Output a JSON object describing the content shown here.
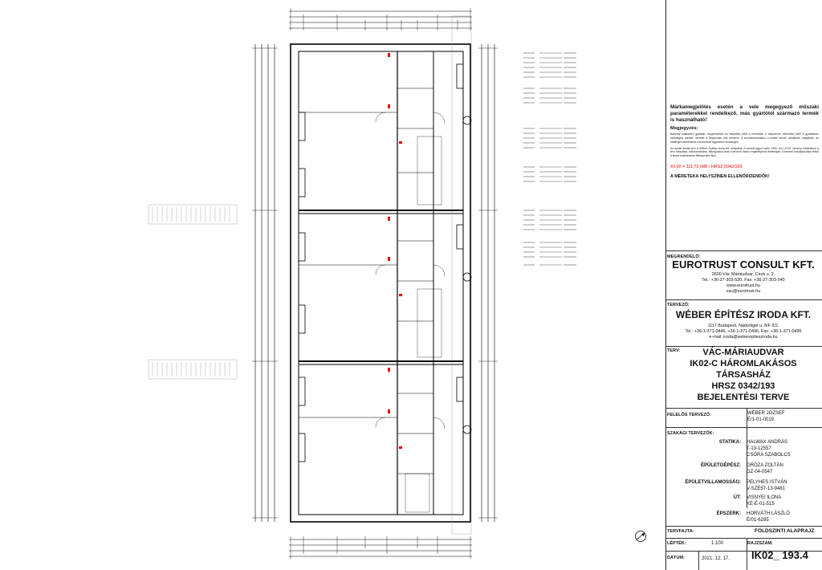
{
  "notes": {
    "lead": "Márkamegjelölés esetén a vele megegyező műszaki paraméterekkel rendelkező, más gyártótól származó termék is használható!",
    "heading": "Megjegyzés:",
    "body1": "Bármely szakszerű gyártási, megrendelési és beépítési előtt a méreteket a helyszínen ellenőrizni kell! A gyártáshoz szükséges minden méretet a helyszínen kell felmérni. A tervdokumentáció a kiviteli tervek szintjének megfelelő, az esetleges eltéréseket a tervezővel egyeztetni szükséges.",
    "body2": "Az épület kiviteli terv a Wéber Építész Iroda Kft. tulajdona. A szerzői jogról szóló 1999. évi LXXVI. törvény értelmében a terv másolása, sokszorosítása, átdolgozása csak a tervező írásos engedélyével lehetséges. A tervező hozzájárulása nélkül a tervet kivitelezésre felhasználni tilos.",
    "elevation": "±0.00 = 111,73 mBf / HRSZ 0342/193",
    "caps": "A MÉRETEKA HELYSZÍNEN ELLENŐRIZENDŐK!"
  },
  "titleblock": {
    "client_label": "MEGRENDELŐ:",
    "client_name": "EUROTRUST CONSULT KFT.",
    "client_addr1": "2600 Vác Máriaudvar, Cirok u. 2.",
    "client_addr2": "Tel.: +36-27-303-530, Fax: +36-27-303-540",
    "client_addr3": "www.eurotrust.hu",
    "client_addr4": "vac@eurotrust.hu",
    "designer_label": "TERVEZŐ:",
    "designer_name": "WÉBER ÉPÍTÉSZ IRODA KFT.",
    "designer_addr1": "1117 Budapest, Nádorliget u. 8/F II/2.",
    "designer_addr2": "Tel.: +36-1-371-0446, +36-1-371-0496, Fax: +36-1-371-0495",
    "designer_addr3": "e-mail: iroda@weberepiteszroda.hu",
    "plan_label": "TERV:",
    "plan_line1": "VÁC-MÁRIAUDVAR",
    "plan_line2": "IK02-C HÁROMLAKÁSOS",
    "plan_line3": "TÁRSASHÁZ",
    "plan_line4": "HRSZ 0342/193",
    "plan_line5": "BEJELENTÉSI TERVE",
    "lead_label": "FELELŐS TERVEZŐ:",
    "lead_name": "WÉBER JÓZSEF",
    "lead_id": "É/1-01-0019",
    "spec_label": "SZAKÁGI TERVEZŐK:",
    "specialists": [
      {
        "role": "STATIKA:",
        "name": "HALWAX ANDRÁS",
        "id": "T-13-12557",
        "extra": "CSÓRA SZABOLCS"
      },
      {
        "role": "ÉPÜLETGÉPÉSZ:",
        "name": "GRÓZA ZOLTÁN",
        "id": "GZ-04-0547",
        "extra": ""
      },
      {
        "role": "ÉPÜLETVILLAMOSSÁG:",
        "name": "PELYHES ISTVÁN",
        "id": "V-SZÉ57-13-9481",
        "extra": ""
      },
      {
        "role": "ÚT:",
        "name": "VISNYEI ILONA",
        "id": "KÉ-É-01-515",
        "extra": ""
      },
      {
        "role": "ÉPSZERK:",
        "name": "HORVÁTH LÁSZLÓ",
        "id": "É/01-6285",
        "extra": ""
      }
    ],
    "part_label": "TERVFAJTA:",
    "part_value": "FÖLDSZINTI ALAPRAJZ",
    "scale_label": "LÉPTÉK:",
    "scale_value": "1:100",
    "drawno_label": "RAJZSZÁM:",
    "date_label": "DÁTUM:",
    "date_value": "2021. 12. 17.",
    "drawno_value": "IK02_ 193.4"
  }
}
